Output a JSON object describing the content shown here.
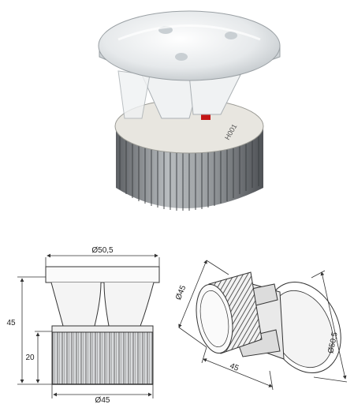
{
  "dimensions": {
    "lens_diameter": "Ø50,5",
    "total_height": "45",
    "heatsink_height": "20",
    "heatsink_diameter": "Ø45",
    "iso_diameter_heatsink": "Ø45",
    "iso_length": "45",
    "iso_diameter_lens": "Ø50,5"
  },
  "product_markings": {
    "board_label": "H001"
  },
  "colors": {
    "line": "#333333",
    "heatsink": "#8f9396",
    "lens": "#e9ecee"
  }
}
